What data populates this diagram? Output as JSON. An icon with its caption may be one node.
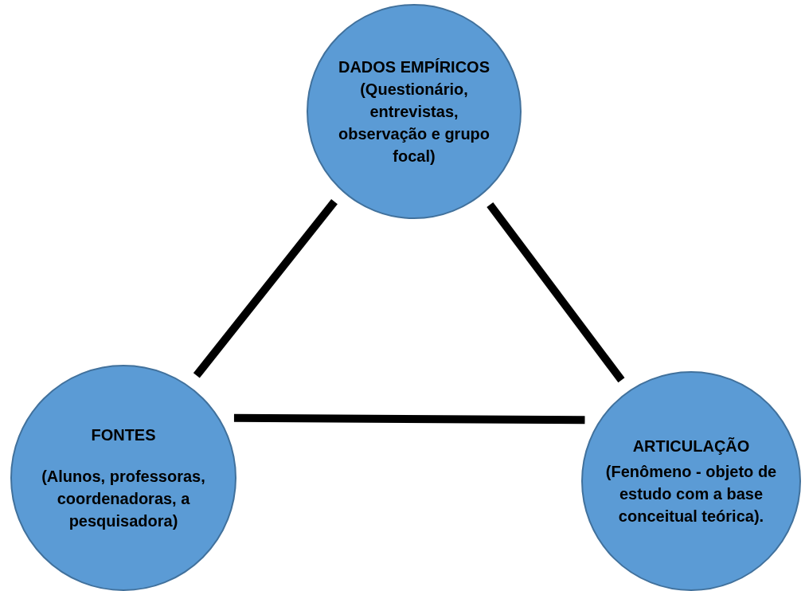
{
  "diagram": {
    "nodes": [
      {
        "text": [
          "DADOS EMPÍRICOS",
          "(Questionário, entrevistas, observação e grupo focal)"
        ]
      },
      {
        "text": [
          "FONTES",
          "(Alunos, professoras, coordenadoras, a pesquisadora)"
        ]
      },
      {
        "text": [
          "ARTICULAÇÃO",
          "(Fenômeno - objeto de estudo com a base conceitual teórica)."
        ]
      }
    ],
    "edges": [
      {
        "from": 0,
        "to": 1,
        "arrow": "none"
      },
      {
        "from": 0,
        "to": 2,
        "arrow": "none"
      },
      {
        "from": 1,
        "to": 2,
        "arrow": "none"
      }
    ]
  }
}
